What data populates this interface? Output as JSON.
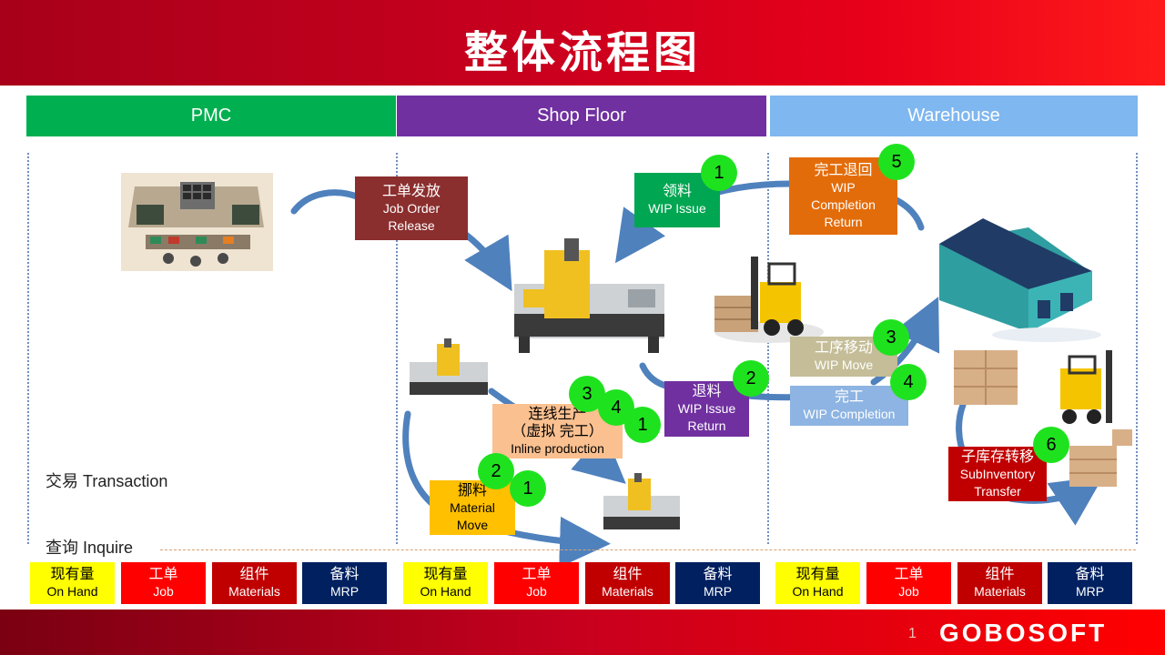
{
  "header": {
    "title": "整体流程图"
  },
  "lanes": [
    {
      "label": "PMC",
      "color": "#00b050"
    },
    {
      "label": "Shop Floor",
      "color": "#7030a0"
    },
    {
      "label": "Warehouse",
      "color": "#7fb7f0"
    }
  ],
  "steps": {
    "job_release": {
      "zh": "工单发放",
      "en1": "Job Order",
      "en2": "Release"
    },
    "wip_issue": {
      "zh": "领料",
      "en": "WIP Issue"
    },
    "wip_completion_return": {
      "zh": "完工退回",
      "en1": "WIP",
      "en2": "Completion",
      "en3": "Return"
    },
    "wip_issue_return": {
      "zh": "退料",
      "en1": "WIP Issue",
      "en2": "Return"
    },
    "wip_move": {
      "zh": "工序移动",
      "en": "WIP Move"
    },
    "wip_completion": {
      "zh": "完工",
      "en": "WIP Completion"
    },
    "inline_production": {
      "zh1": "连线生产",
      "zh2": "（虚拟 完工）",
      "en": "Inline  production"
    },
    "material_move": {
      "zh": "挪料",
      "en1": "Material",
      "en2": "Move"
    },
    "subinventory_transfer": {
      "zh": "子库存转移",
      "en1": "SubInventory",
      "en2": "Transfer"
    }
  },
  "badges": {
    "wip_issue": "1",
    "wip_completion_return": "5",
    "wip_issue_return": "2",
    "wip_move": "3",
    "wip_completion": "4",
    "inline_a": "3",
    "inline_b": "4",
    "inline_c": "1",
    "material_a": "2",
    "material_b": "1",
    "subinventory": "6"
  },
  "labels": {
    "transaction": "交易 Transaction",
    "inquire": "查询 Inquire"
  },
  "inquiry_cells": [
    {
      "zh": "现有量",
      "en": "On Hand"
    },
    {
      "zh": "工单",
      "en": "Job"
    },
    {
      "zh": "组件",
      "en": "Materials"
    },
    {
      "zh": "备料",
      "en": "MRP"
    }
  ],
  "footer": {
    "page": "1",
    "brand": "GOBOSOFT"
  },
  "colors": {
    "banner": "#c8001e",
    "step_brown": "#8b2e2e",
    "step_green": "#00a651",
    "step_orange": "#e36c0a",
    "step_purple": "#7030a0",
    "step_khaki": "#c4bd97",
    "step_lightblue": "#8db4e2",
    "step_peach": "#fac090",
    "step_amber": "#ffc000",
    "step_crimson": "#c00000",
    "badge": "#1fe21f",
    "arrow": "#4f81bd"
  },
  "icons": [
    "control-room-icon",
    "injection-machine-icon",
    "forklift-icon",
    "warehouse-icon",
    "pallet-boxes-icon"
  ]
}
